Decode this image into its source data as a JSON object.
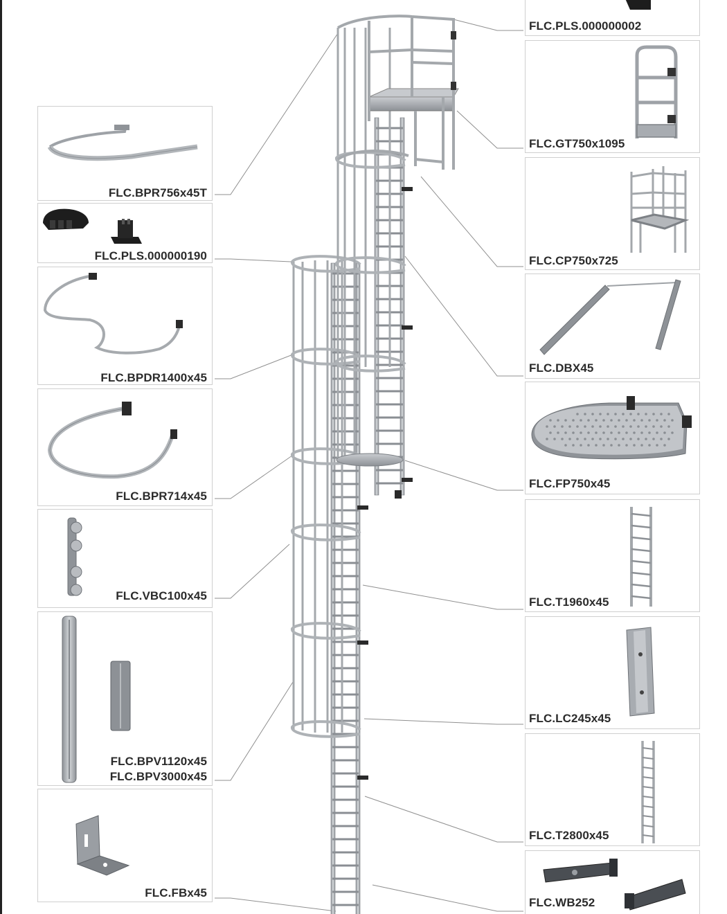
{
  "parts": {
    "pls2": "FLC.PLS.000000002",
    "gt": "FLC.GT750x1095",
    "cp": "FLC.CP750x725",
    "dbx": "FLC.DBX45",
    "fp": "FLC.FP750x45",
    "t1960": "FLC.T1960x45",
    "lc": "FLC.LC245x45",
    "t2800": "FLC.T2800x45",
    "wb": "FLC.WB252",
    "bpr756": "FLC.BPR756x45T",
    "pls190": "FLC.PLS.000000190",
    "bpdr": "FLC.BPDR1400x45",
    "bpr714": "FLC.BPR714x45",
    "vbc": "FLC.VBC100x45",
    "bpv1120": "FLC.BPV1120x45",
    "bpv3000": "FLC.BPV3000x45",
    "fb": "FLC.FBx45"
  },
  "colors": {
    "metal": "#a9acb0",
    "metal_dark": "#7b7f84",
    "black_part": "#1d1d1d",
    "leader": "#8f8f8f",
    "panel_border": "#cfcfcf"
  }
}
